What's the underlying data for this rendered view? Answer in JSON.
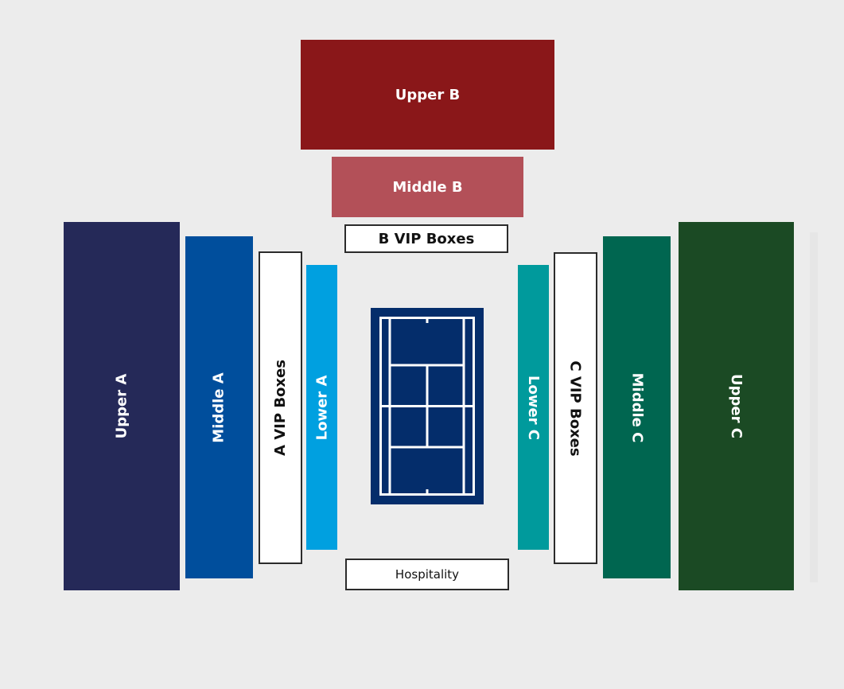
{
  "seating_map": {
    "sections": {
      "upper_b": {
        "label": "Upper B",
        "color": "#8a1719"
      },
      "middle_b": {
        "label": "Middle B",
        "color": "#b35058"
      },
      "b_vip": {
        "label": "B VIP Boxes",
        "color": "#ffffff"
      },
      "upper_a": {
        "label": "Upper A",
        "color": "#252958"
      },
      "middle_a": {
        "label": "Middle A",
        "color": "#004e9c"
      },
      "a_vip": {
        "label": "A VIP Boxes",
        "color": "#ffffff"
      },
      "lower_a": {
        "label": "Lower A",
        "color": "#00a0e0"
      },
      "lower_c": {
        "label": "Lower C",
        "color": "#009a9c"
      },
      "c_vip": {
        "label": "C VIP Boxes",
        "color": "#ffffff"
      },
      "middle_c": {
        "label": "Middle C",
        "color": "#006650"
      },
      "upper_c": {
        "label": "Upper C",
        "color": "#1b4a24"
      },
      "hospitality": {
        "label": "Hospitality",
        "color": "#ffffff"
      }
    },
    "court": {
      "surface_color": "#042d6b",
      "line_color": "#ffffff"
    }
  }
}
